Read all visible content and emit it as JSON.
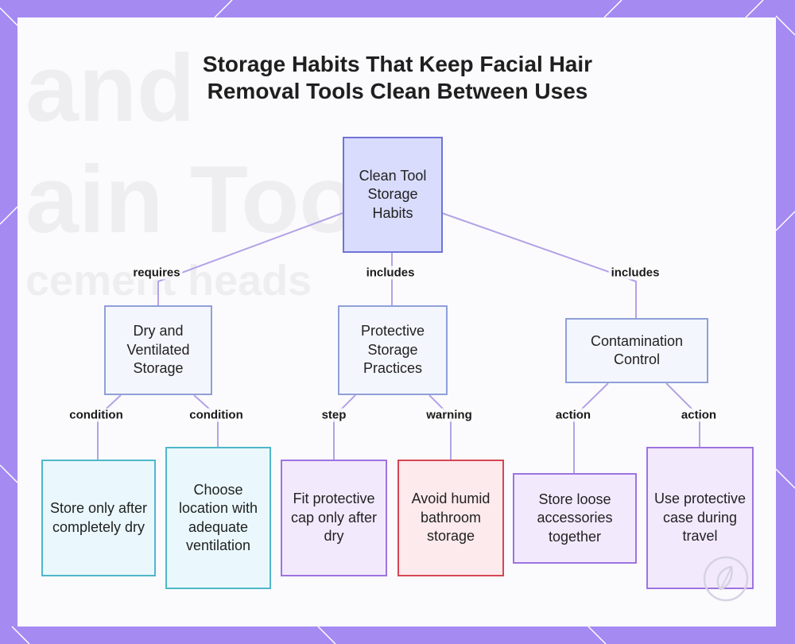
{
  "colors": {
    "frame": "#a58af2",
    "panel": "#fbfbfd",
    "root_fill": "#d9dcfc",
    "root_border": "#6f74d6",
    "category_fill": "#f4f6fd",
    "category_border": "#8fa0d8",
    "condition_fill": "#eaf8fd",
    "condition_border": "#4fb7c9",
    "step_fill": "#f3e9fd",
    "step_border": "#9d74e0",
    "warning_fill": "#fdeaec",
    "warning_border": "#d44654",
    "edge": "#b4a2e6"
  },
  "diagram": {
    "title": "Storage Habits That Keep Facial Hair Removal Tools Clean Between Uses",
    "nodes": {
      "root": "Clean Tool Storage Habits",
      "dry": "Dry and Ventilated Storage",
      "protective": "Protective Storage Practices",
      "contamination": "Contamination Control",
      "store_dry": "Store only after completely dry",
      "location": "Choose location with adequate ventilation",
      "fit_cap": "Fit protective cap only after dry",
      "avoid_humid": "Avoid humid bathroom storage",
      "loose": "Store loose accessories together",
      "case": "Use protective case during travel"
    },
    "edges": {
      "root_dry": "requires",
      "root_protective": "includes",
      "root_contamination": "includes",
      "dry_store": "condition",
      "dry_location": "condition",
      "protective_fit": "step",
      "protective_avoid": "warning",
      "contamination_loose": "action",
      "contamination_case": "action"
    }
  },
  "icons": {
    "logo": "leaf-logo-icon"
  }
}
